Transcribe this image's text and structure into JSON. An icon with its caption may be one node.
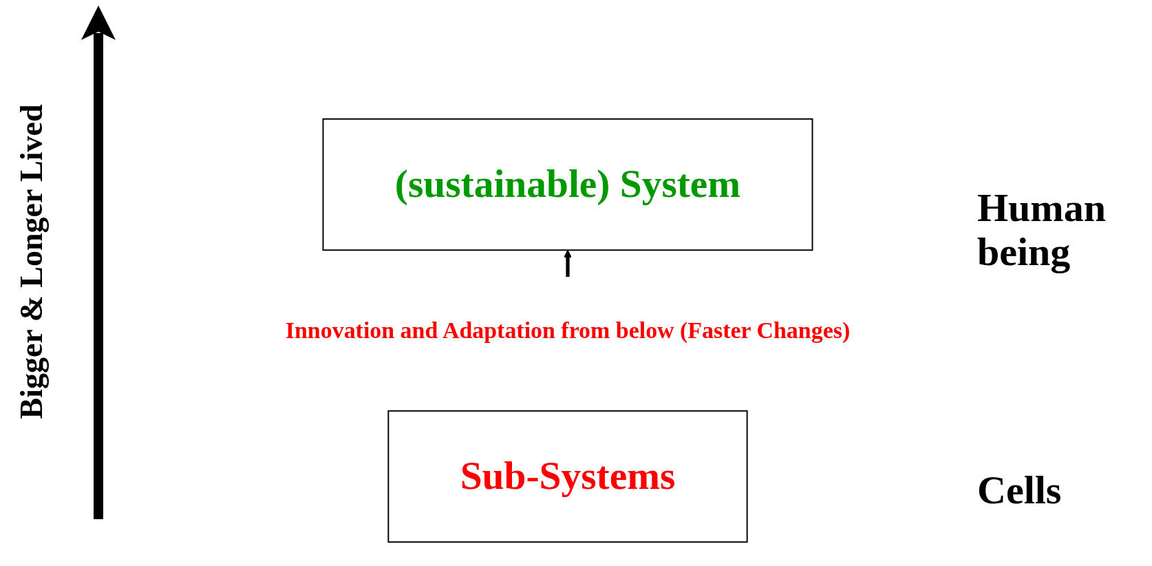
{
  "diagram": {
    "nodes": [
      {
        "text": [
          "(sustainable) System"
        ]
      },
      {
        "text": [
          "Innovation and Adaptation from below (Faster Changes)"
        ]
      },
      {
        "text": [
          "Sub-Systems"
        ]
      }
    ],
    "edges": [
      {
        "from": 1,
        "to": 0,
        "arrow": "to"
      }
    ],
    "labels": [
      "Bigger & Longer Lived",
      "Human being",
      "Cells"
    ]
  }
}
